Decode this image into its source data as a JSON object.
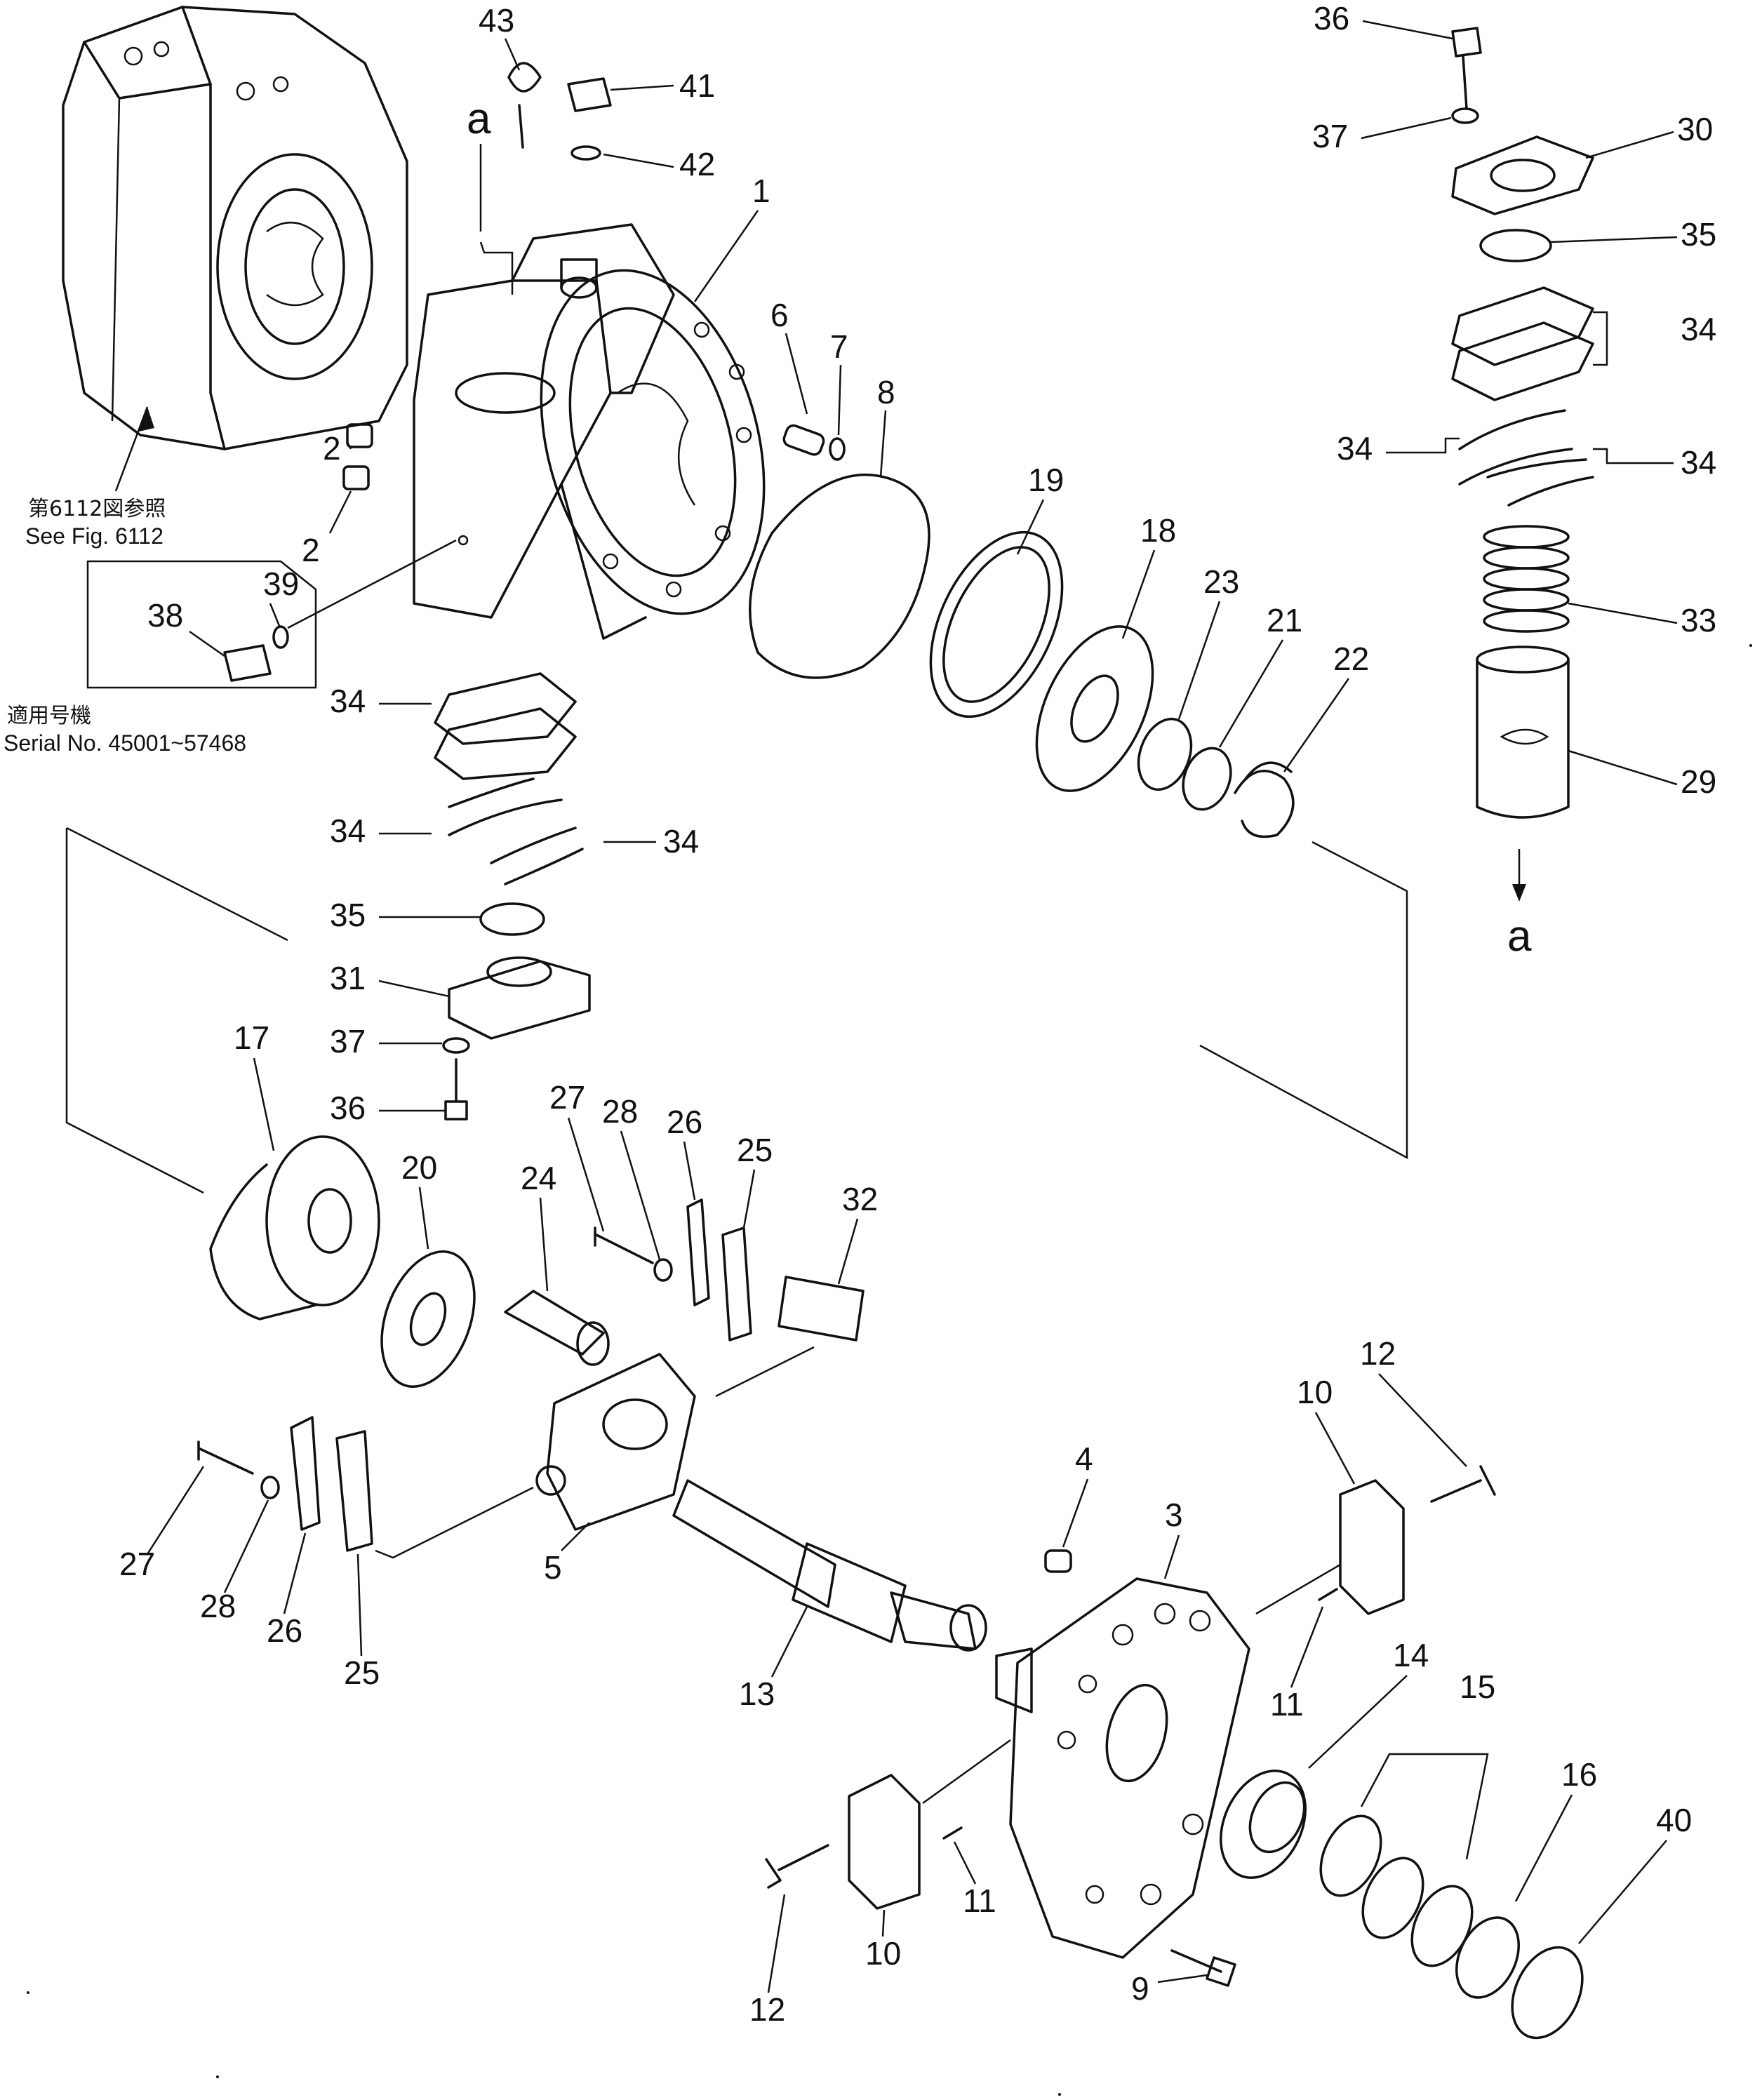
{
  "callouts": {
    "c43": "43",
    "c41": "41",
    "c42": "42",
    "c1": "1",
    "c6": "6",
    "c7": "7",
    "c8": "8",
    "c2a": "2",
    "c2b": "2",
    "c39": "39",
    "c38": "38",
    "c19": "19",
    "c18": "18",
    "c23": "23",
    "c21": "21",
    "c22": "22",
    "c34a": "34",
    "c34b": "34",
    "c34c": "34",
    "c35": "35",
    "c31": "31",
    "c37": "37",
    "c36": "36",
    "c17": "17",
    "c20": "20",
    "c24": "24",
    "c27": "27",
    "c28": "28",
    "c26": "26",
    "c25": "25",
    "c32": "32",
    "c27b": "27",
    "c28b": "28",
    "c26b": "26",
    "c25b": "25",
    "c5": "5",
    "c13": "13",
    "c4": "4",
    "c3": "3",
    "c10a": "10",
    "c12a": "12",
    "c11a": "11",
    "c14": "14",
    "c15": "15",
    "c16": "16",
    "c40": "40",
    "c9": "9",
    "c10b": "10",
    "c11b": "11",
    "c12b": "12",
    "r36": "36",
    "r37": "37",
    "r30": "30",
    "r35": "35",
    "r34a": "34",
    "r34b": "34",
    "r34c": "34",
    "r33": "33",
    "r29": "29"
  },
  "arrow_labels": {
    "top_a": "a",
    "bottom_a": "a"
  },
  "notes": {
    "see_fig_jp": "第6112図参照",
    "see_fig_en": "See  Fig.  6112",
    "serial_jp": "適用号機",
    "serial_en": "Serial No. 45001~57468"
  }
}
